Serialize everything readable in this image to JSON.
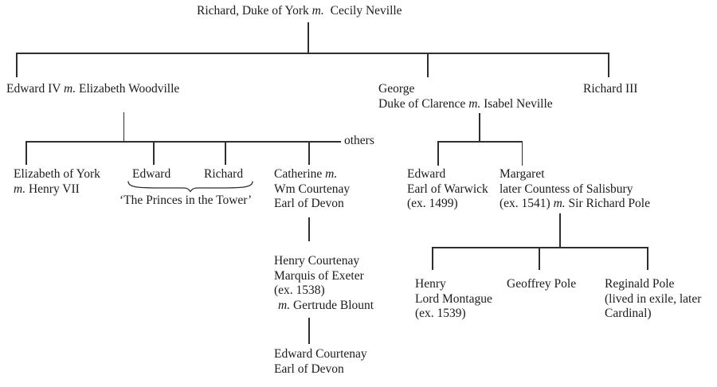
{
  "palette": {
    "text": "#1b1b1b",
    "line": "#2f2f2f",
    "background": "#ffffff"
  },
  "tree": {
    "root": {
      "name": "Richard, Duke of York",
      "m": "m.",
      "spouse": "Cecily Neville"
    },
    "gen2": {
      "edward_iv": {
        "name": "Edward IV",
        "m": "m.",
        "spouse": "Elizabeth Woodville"
      },
      "george": {
        "name": "George",
        "title": "Duke of Clarence",
        "m": "m.",
        "spouse": "Isabel Neville"
      },
      "richard_iii": {
        "name": "Richard III"
      }
    },
    "others_label": "others",
    "gen3_york": {
      "elizabeth": {
        "name": "Elizabeth of York",
        "m": "m.",
        "spouse": "Henry VII"
      },
      "edward_v": {
        "name": "Edward"
      },
      "richard_shrewsbury": {
        "name": "Richard"
      },
      "princes_caption": "‘The Princes in the Tower’",
      "catherine": {
        "name": "Catherine",
        "m": "m.",
        "line2": "Wm Courtenay",
        "line3": "Earl of Devon"
      }
    },
    "gen4_courtenay": {
      "henry": {
        "line1": "Henry Courtenay",
        "line2": "Marquis of Exeter",
        "line3": "(ex. 1538)",
        "m": "m.",
        "spouse": "Gertrude Blount"
      }
    },
    "gen5_courtenay": {
      "edward": {
        "line1": "Edward Courtenay",
        "line2": "Earl of Devon"
      }
    },
    "gen3_clarence": {
      "warwick": {
        "line1": "Edward",
        "line2": "Earl of Warwick",
        "line3": "(ex. 1499)"
      },
      "margaret": {
        "line1": "Margaret",
        "line2": "later Countess of Salisbury",
        "line3_pre": "(ex. 1541)",
        "m": "m.",
        "line3_post": "Sir Richard Pole"
      }
    },
    "gen4_pole": {
      "montague": {
        "line1": "Henry",
        "line2": "Lord Montague",
        "line3": "(ex. 1539)"
      },
      "geoffrey": {
        "name": "Geoffrey Pole"
      },
      "reginald": {
        "line1": "Reginald Pole",
        "line2": "(lived in exile, later",
        "line3": "Cardinal)"
      }
    }
  }
}
